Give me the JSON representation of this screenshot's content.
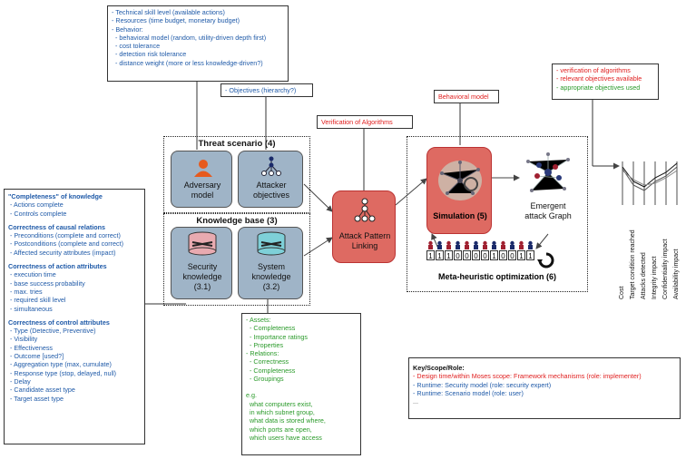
{
  "top_note": [
    "- Technical skill level (available actions)",
    "- Resources (time budget, monetary budget)",
    "- Behavior:",
    "  - behavioral model (random, utility-driven depth first)",
    "  - cost tolerance",
    "  - detection risk tolerance",
    "  - distance weight (more or less knowledge-driven?)"
  ],
  "objectives_note": "- Objectives (hierarchy?)",
  "verification_label": "Verification of Algorithms",
  "behavioral_label": "Behavioral model",
  "right_note": {
    "red": [
      "- verification of algorithms",
      "- relevant objectives available"
    ],
    "green": [
      "- appropriate objectives used"
    ]
  },
  "threat_scenario": {
    "title": "Threat scenario (4)",
    "adversary": "Adversary\nmodel",
    "objectives": "Attacker\nobjectives"
  },
  "knowledge_base": {
    "title": "Knowledge base (3)",
    "security": "Security\nknowledge\n(3.1)",
    "system": "System\nknowledge\n(3.2)"
  },
  "attack_linking": "Attack Pattern\nLinking",
  "simulation": "Simulation (5)",
  "emergent": "Emergent\nattack Graph",
  "meta_heuristic": "Meta-heuristic optimization (6)",
  "bits": [
    "1",
    "1",
    "1",
    "0",
    "0",
    "0",
    "0",
    "1",
    "0",
    "0",
    "1",
    "1"
  ],
  "axis_labels": [
    "Cost",
    "Target condition reached",
    "Attacks detected",
    "Integrity impact",
    "Confidentiality impact",
    "Availability impact"
  ],
  "left_note": [
    {
      "title": "\"Completeness\" of knowledge",
      "items": [
        "- Actions complete",
        "- Controls complete"
      ]
    },
    {
      "title": "Correctness of causal relations",
      "items": [
        "- Preconditions (complete and correct)",
        "- Postconditions (complete and correct)",
        "- Affected security attributes (impact)"
      ]
    },
    {
      "title": "Correctness of action attributes",
      "items": [
        "- execution time",
        "- base success probability",
        "- max. tries",
        "- required skill level",
        "- simultaneous"
      ]
    },
    {
      "title": "Correctness of control attributes",
      "items": [
        "- Type (Detective, Preventive)",
        "- Visibility",
        "- Effectiveness",
        "- Outcome [used?]",
        "- Aggregation type (max, cumulate)",
        "- Response type (stop, delayed, null)",
        "- Delay",
        "- Candidate asset type",
        "- Target asset type"
      ]
    }
  ],
  "system_note": [
    "- Assets:",
    "  - Completeness",
    "  - Importance ratings",
    "  - Properties",
    "- Relations:",
    "  - Correctness",
    "  - Completeness",
    "  - Groupings",
    "",
    "e.g.",
    "  what computers exist,",
    "  in which subnet group,",
    "  what data is stored where,",
    "  which ports are open,",
    "  which users have access"
  ],
  "key_note": {
    "title": "Key/Scope/Role:",
    "red": "- Design time/within Moses scope: Framework mechanisms (role: implementer)",
    "blue1": "- Runtime: Security model (role: security expert)",
    "blue2": "- Runtime: Scenario model (role: user)",
    "more": "..."
  },
  "colors": {
    "note_blue": "#1f5aa8",
    "red_text": "#e02020",
    "green_text": "#2a9a2a",
    "gray_box": "#9fb4c7",
    "red_box": "#de6a62"
  }
}
